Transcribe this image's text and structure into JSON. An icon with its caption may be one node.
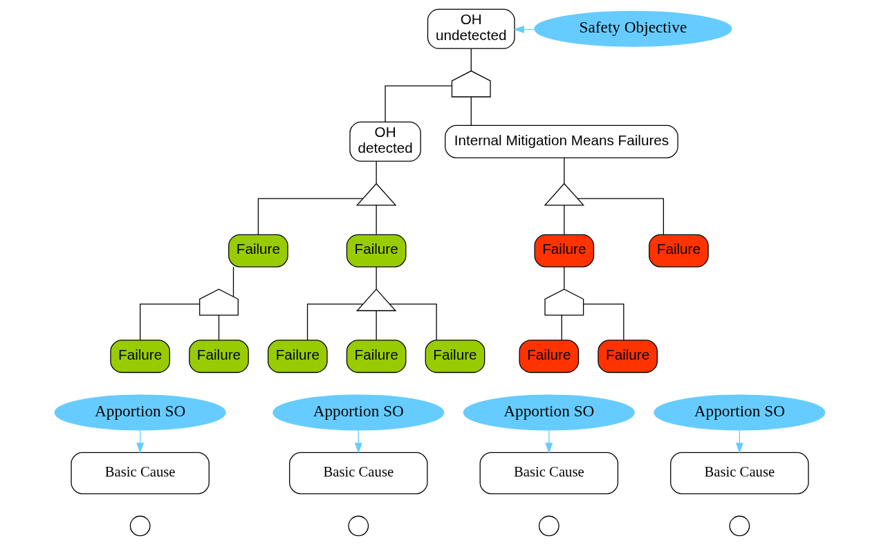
{
  "diagram": {
    "nodes": [
      {
        "text": [
          "OH",
          "undetected"
        ]
      },
      {
        "text": [],
        "shape": "dome"
      },
      {
        "text": [
          "OH",
          "detected"
        ]
      },
      {
        "text": [
          "Internal Mitigation Means Failures"
        ]
      },
      {
        "text": [],
        "shape": "shield"
      },
      {
        "text": [],
        "shape": "shield"
      },
      {
        "text": [
          "Failure"
        ]
      },
      {
        "text": [
          "Failure"
        ]
      },
      {
        "text": [
          "Failure"
        ]
      },
      {
        "text": [],
        "shape": "dome"
      },
      {
        "text": [],
        "shape": "shield"
      },
      {
        "text": [],
        "shape": "dome"
      },
      {
        "text": [
          "Failure"
        ]
      },
      {
        "text": [
          "Failure"
        ]
      },
      {
        "text": [
          "Failure"
        ]
      },
      {
        "text": [
          "Failure"
        ]
      },
      {
        "text": [
          "Failure"
        ]
      },
      {
        "text": [
          "Failure"
        ]
      },
      {
        "text": [
          "Failure"
        ]
      },
      {
        "text": [
          "Failure"
        ]
      },
      {
        "text": [
          "Safety Objective"
        ]
      },
      {
        "text": [
          "Apportion SO"
        ]
      },
      {
        "text": [
          "Apportion SO"
        ]
      },
      {
        "text": [
          "Apportion SO"
        ]
      },
      {
        "text": [
          "Apportion SO"
        ]
      },
      {
        "text": [
          "Basic Cause"
        ]
      },
      {
        "text": [
          "Basic Cause"
        ]
      },
      {
        "text": [
          "Basic Cause"
        ]
      },
      {
        "text": [
          "Basic Cause"
        ]
      },
      {
        "text": [],
        "shape": "circle"
      },
      {
        "text": [],
        "shape": "circle"
      },
      {
        "text": [],
        "shape": "circle"
      },
      {
        "text": [],
        "shape": "circle"
      }
    ],
    "edges": [
      {
        "from": 0,
        "to": 1,
        "arrow": "none"
      },
      {
        "from": 1,
        "to": 2,
        "arrow": "none"
      },
      {
        "from": 1,
        "to": 3,
        "arrow": "none"
      },
      {
        "from": 2,
        "to": 4,
        "arrow": "none"
      },
      {
        "from": 3,
        "to": 5,
        "arrow": "none"
      },
      {
        "from": 4,
        "to": 6,
        "arrow": "none"
      },
      {
        "from": 4,
        "to": 7,
        "arrow": "none"
      },
      {
        "from": 5,
        "to": 8,
        "arrow": "none"
      },
      {
        "from": 5,
        "to": 19,
        "arrow": "none"
      },
      {
        "from": 6,
        "to": 9,
        "arrow": "none"
      },
      {
        "from": 7,
        "to": 10,
        "arrow": "none"
      },
      {
        "from": 8,
        "to": 11,
        "arrow": "none"
      },
      {
        "from": 9,
        "to": 12,
        "arrow": "none"
      },
      {
        "from": 9,
        "to": 13,
        "arrow": "none"
      },
      {
        "from": 10,
        "to": 14,
        "arrow": "none"
      },
      {
        "from": 10,
        "to": 15,
        "arrow": "none"
      },
      {
        "from": 10,
        "to": 16,
        "arrow": "none"
      },
      {
        "from": 11,
        "to": 17,
        "arrow": "none"
      },
      {
        "from": 11,
        "to": 18,
        "arrow": "none"
      },
      {
        "from": 20,
        "to": 0,
        "arrow": "to",
        "color": "#66ccff"
      },
      {
        "from": 21,
        "to": 25,
        "arrow": "to",
        "color": "#66ccff"
      },
      {
        "from": 22,
        "to": 26,
        "arrow": "to",
        "color": "#66ccff"
      },
      {
        "from": 23,
        "to": 27,
        "arrow": "to",
        "color": "#66ccff"
      },
      {
        "from": 24,
        "to": 28,
        "arrow": "to",
        "color": "#66ccff"
      }
    ]
  }
}
